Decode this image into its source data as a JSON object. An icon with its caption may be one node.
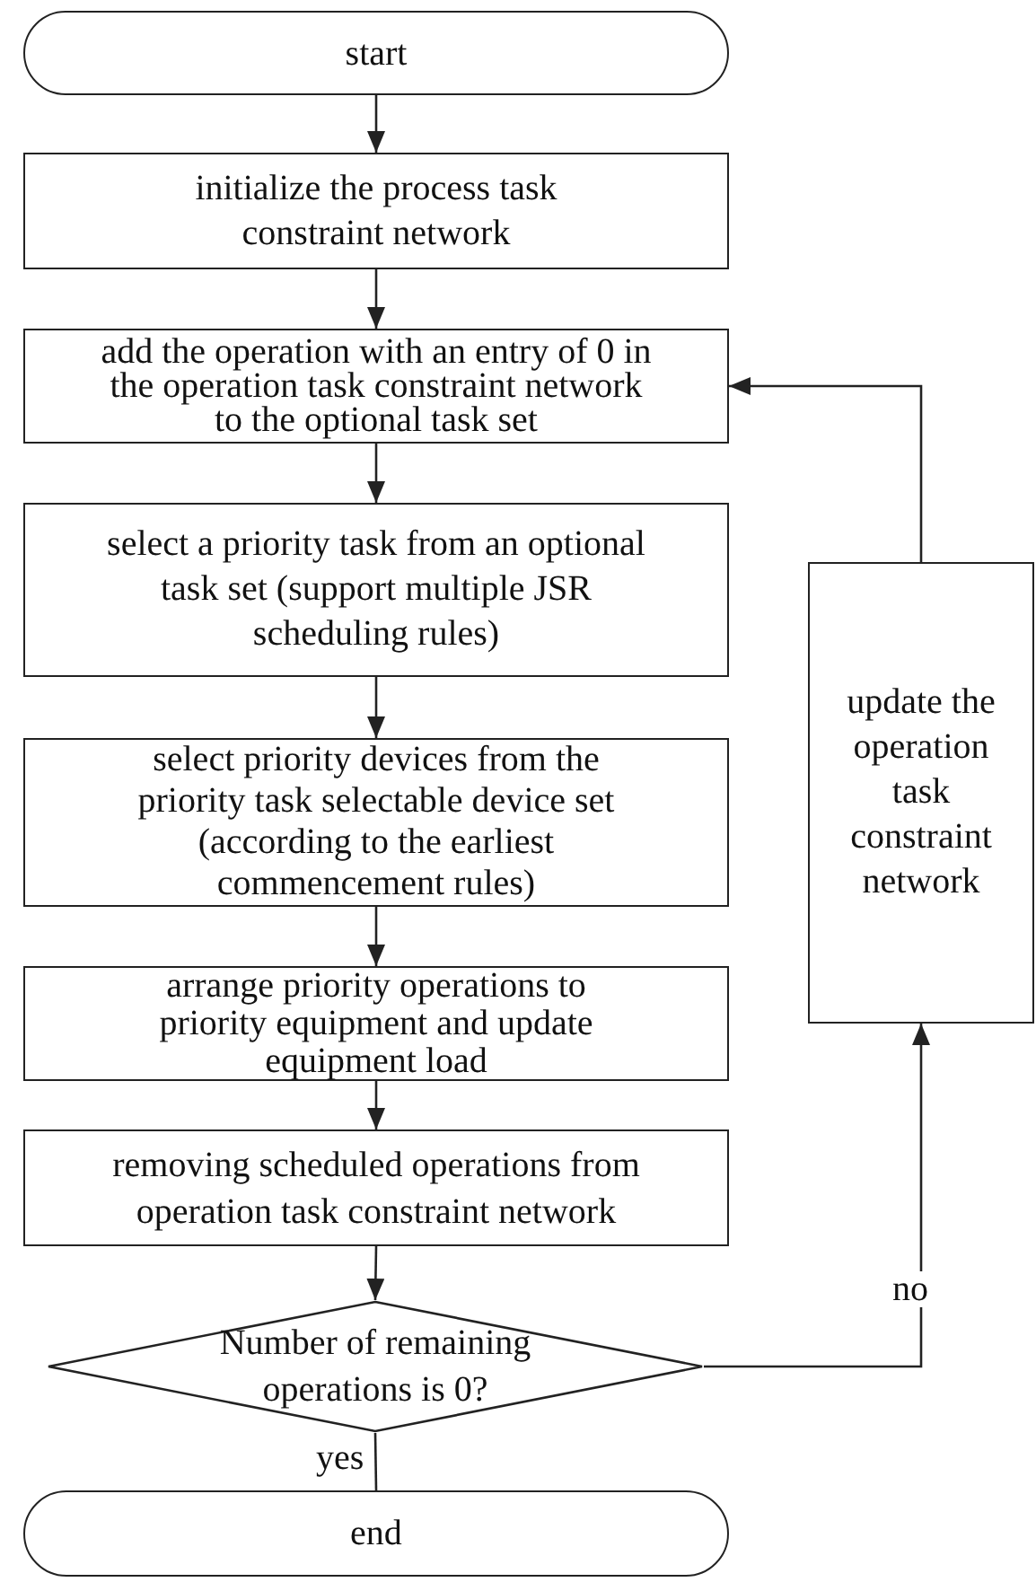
{
  "diagram": {
    "nodes": [
      {
        "text": [
          "start"
        ]
      },
      {
        "text": [
          "initialize the process task constraint network"
        ]
      },
      {
        "text": [
          "add the operation with an entry of 0 in the operation task constraint network to the optional task set"
        ]
      },
      {
        "text": [
          "select a priority task from an optional task set (support multiple JSR scheduling rules)"
        ]
      },
      {
        "text": [
          "select priority devices from the priority task selectable device set (according to the earliest commencement rules)"
        ]
      },
      {
        "text": [
          "arrange priority operations to priority equipment and update equipment load"
        ]
      },
      {
        "text": [
          "removing scheduled operations from operation task constraint network"
        ]
      },
      {
        "text": [
          "Number of remaining operations is 0?"
        ]
      },
      {
        "text": [
          "update the operation task constraint network"
        ]
      },
      {
        "text": [
          "end"
        ]
      }
    ],
    "edges": [
      {
        "from": 0,
        "to": 1,
        "arrow": "to"
      },
      {
        "from": 1,
        "to": 2,
        "arrow": "to"
      },
      {
        "from": 2,
        "to": 3,
        "arrow": "to"
      },
      {
        "from": 3,
        "to": 4,
        "arrow": "to"
      },
      {
        "from": 4,
        "to": 5,
        "arrow": "to"
      },
      {
        "from": 5,
        "to": 6,
        "arrow": "to"
      },
      {
        "from": 6,
        "to": 7,
        "arrow": "to"
      },
      {
        "from": 7,
        "to": 8,
        "arrow": "to",
        "label": "no"
      },
      {
        "from": 8,
        "to": 2,
        "arrow": "to"
      },
      {
        "from": 7,
        "to": 9,
        "arrow": "none",
        "label": "yes"
      }
    ]
  }
}
